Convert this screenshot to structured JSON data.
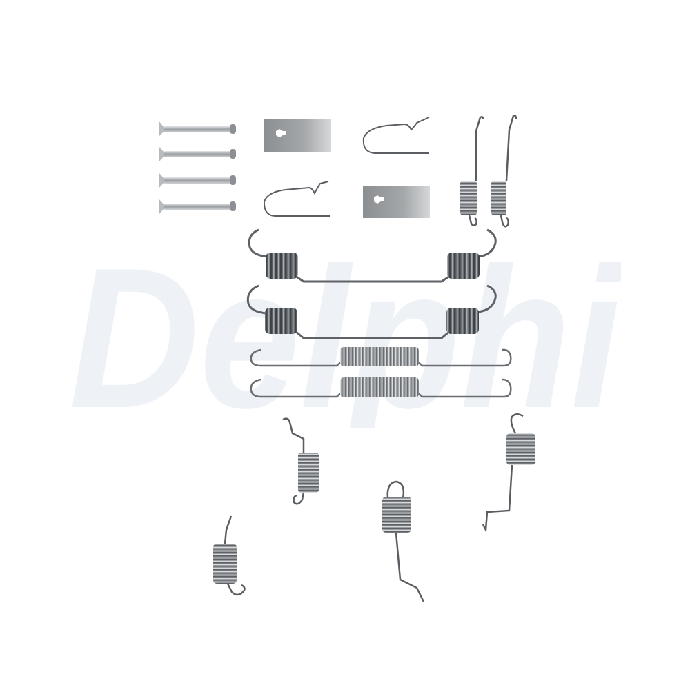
{
  "image": {
    "subject": "Brake shoe fitting accessory kit",
    "background_color": "#ffffff"
  },
  "watermark": {
    "text": "Delphi",
    "color": "#eef2f7"
  },
  "colors": {
    "metal_dark": "#555a5e",
    "metal_mid": "#8a8f93",
    "metal_light": "#c9cdd0",
    "plate": "#9a9d9f"
  },
  "parts": {
    "pins": {
      "count": 4
    },
    "retainer_plates": {
      "count": 2
    },
    "wire_clips": {
      "count": 2
    },
    "small_vertical_springs_top": {
      "count": 2
    },
    "double_coil_return_springs": {
      "count": 2
    },
    "long_center_coil_springs": {
      "count": 2
    },
    "loose_springs_bottom": {
      "count": 4
    }
  }
}
